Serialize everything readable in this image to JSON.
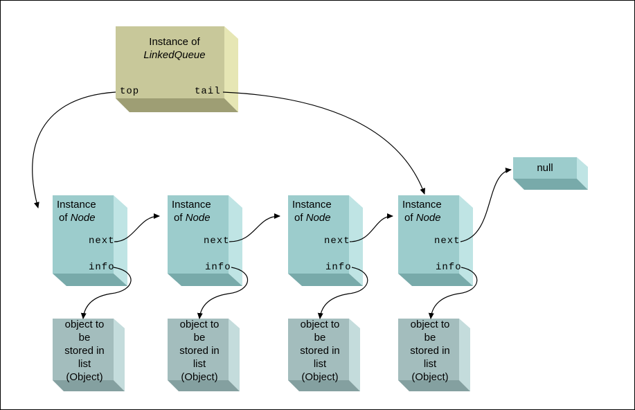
{
  "colors": {
    "queue_front": "#c8c89a",
    "queue_top": "#d8d8a8",
    "queue_side": "#e6e6b4",
    "queue_bottom": "#9e9e74",
    "node_front": "#9ccccc",
    "node_side": "#bfe4e4",
    "node_bottom": "#78aaaa",
    "obj_front": "#a3bdbd",
    "obj_side": "#c4dcdc",
    "obj_bottom": "#84a0a0",
    "null_front": "#9ccccc"
  },
  "queue": {
    "line1": "Instance of",
    "line2": "LinkedQueue",
    "top_field": "top",
    "tail_field": "tail"
  },
  "nodes": [
    {
      "line1": "Instance",
      "of": "of ",
      "type": "Node",
      "next": "next",
      "info": "info"
    },
    {
      "line1": "Instance",
      "of": "of ",
      "type": "Node",
      "next": "next",
      "info": "info"
    },
    {
      "line1": "Instance",
      "of": "of ",
      "type": "Node",
      "next": "next",
      "info": "info"
    },
    {
      "line1": "Instance",
      "of": "of ",
      "type": "Node",
      "next": "next",
      "info": "info"
    }
  ],
  "objects": [
    {
      "lines": [
        "object to",
        "be",
        "stored in",
        "list",
        "(Object)"
      ]
    },
    {
      "lines": [
        "object to",
        "be",
        "stored in",
        "list",
        "(Object)"
      ]
    },
    {
      "lines": [
        "object to",
        "be",
        "stored in",
        "list",
        "(Object)"
      ]
    },
    {
      "lines": [
        "object to",
        "be",
        "stored in",
        "list",
        "(Object)"
      ]
    }
  ],
  "null_box": {
    "label": "null"
  }
}
